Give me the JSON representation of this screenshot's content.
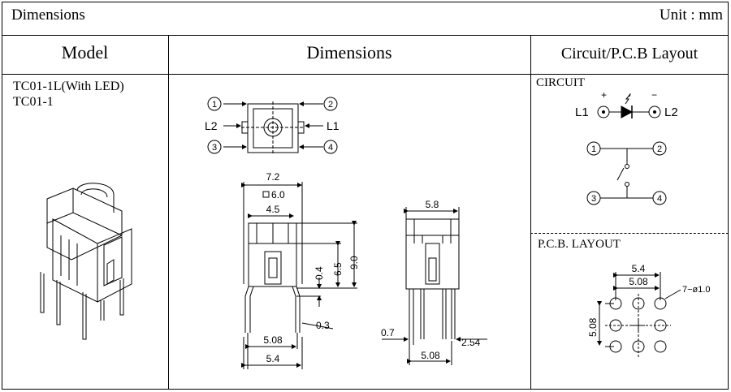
{
  "header": {
    "title": "Dimensions",
    "unit": "Unit : mm"
  },
  "columns": {
    "model": "Model",
    "dimensions": "Dimensions",
    "circuit": "Circuit/P.C.B Layout"
  },
  "models": [
    "TC01-1L(With LED)",
    "TC01-1"
  ],
  "top_view": {
    "pin1": "1",
    "pin2": "2",
    "pin3": "3",
    "pin4": "4",
    "l1": "L1",
    "l2": "L2"
  },
  "front_view": {
    "width": "7.2",
    "square": "6.0",
    "inner": "4.5",
    "h1": "0.4",
    "h2": "6.5",
    "h3": "9.0",
    "pitch": "5.08",
    "base": "5.4",
    "lead": "0.3"
  },
  "side_view": {
    "width": "5.8",
    "lead": "0.7",
    "pitch1": "2.54",
    "pitch2": "5.08"
  },
  "circuit": {
    "title": "CIRCUIT",
    "plus": "+",
    "minus": "−",
    "l1": "L1",
    "l2": "L2",
    "p1": "1",
    "p2": "2",
    "p3": "3",
    "p4": "4"
  },
  "pcb": {
    "title": "P.C.B. LAYOUT",
    "w1": "5.4",
    "w2": "5.08",
    "h": "5.08",
    "holes": "7−ø1.0"
  }
}
